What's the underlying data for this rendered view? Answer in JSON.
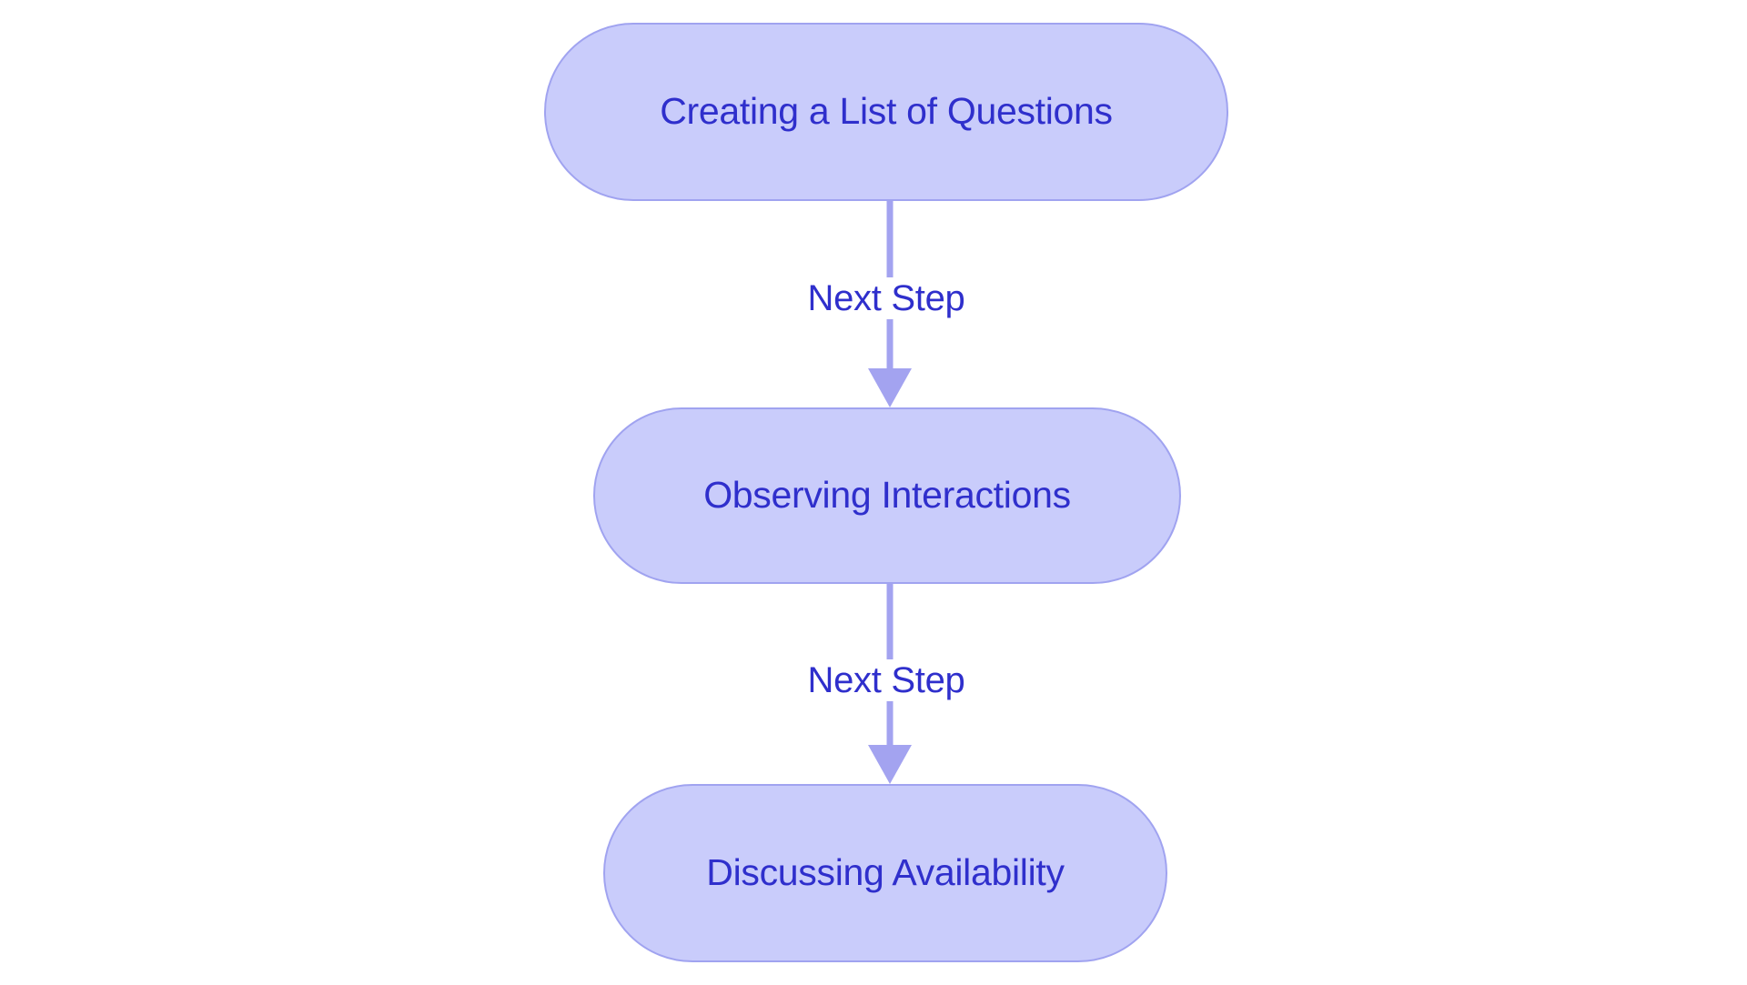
{
  "diagram": {
    "type": "flowchart",
    "orientation": "top-to-bottom",
    "background_color": "#ffffff",
    "node_fill_color": "#c9ccfb",
    "node_border_color": "#a0a3f0",
    "node_text_color": "#2f2fcc",
    "edge_color": "#a3a3f0",
    "edge_label_text_color": "#2f2fcc",
    "nodes": [
      {
        "id": "node-1",
        "label": "Creating a List of Questions"
      },
      {
        "id": "node-2",
        "label": "Observing Interactions"
      },
      {
        "id": "node-3",
        "label": "Discussing Availability"
      }
    ],
    "edges": [
      {
        "id": "edge-1",
        "from": "node-1",
        "to": "node-2",
        "label": "Next Step"
      },
      {
        "id": "edge-2",
        "from": "node-2",
        "to": "node-3",
        "label": "Next Step"
      }
    ]
  }
}
